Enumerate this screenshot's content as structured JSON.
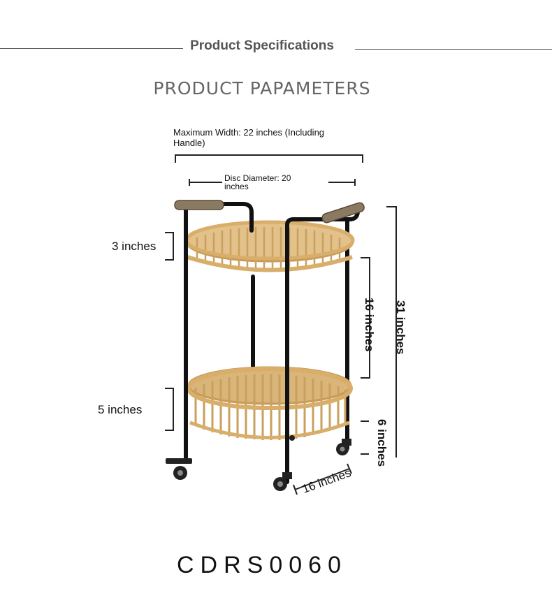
{
  "header": {
    "title": "Product Specifications"
  },
  "subtitle": "PRODUCT PAPAMETERS",
  "dimensions": {
    "max_width": "Maximum Width: 22 inches (Including Handle)",
    "disc_diameter": "Disc Diameter: 20 inches",
    "top_rim": "3 inches",
    "bottom_rim": "5 inches",
    "shelf_gap": "16 inches",
    "total_height": "31 inches",
    "caster_height": "6 inches",
    "base_depth": "16 inches"
  },
  "model_code": "CDRS0060"
}
